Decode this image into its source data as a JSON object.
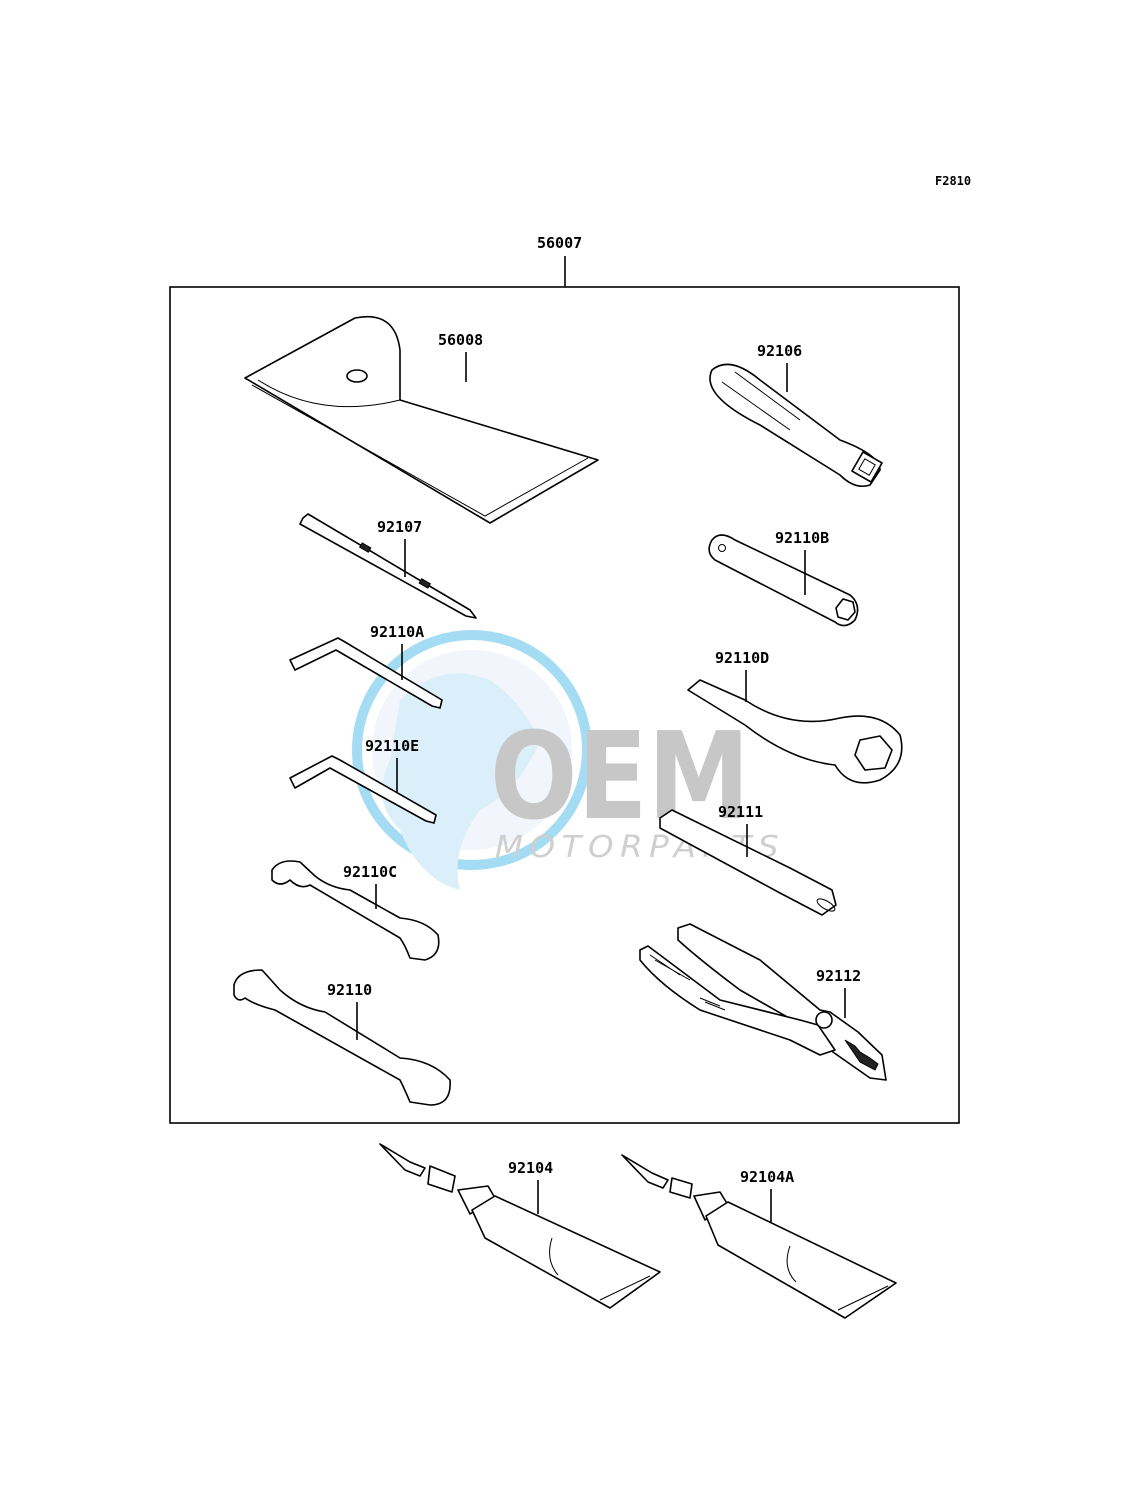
{
  "figure_code": "F2810",
  "kit": {
    "part_no": "56007"
  },
  "parts": {
    "pouch": "56008",
    "handle": "92106",
    "screwdriver": "92107",
    "box_wrench": "92110B",
    "hex_key_a": "92110A",
    "ring_spanner": "92110D",
    "hex_key_e": "92110E",
    "extension_bar": "92111",
    "spanner_small": "92110C",
    "pliers": "92112",
    "spanner_large": "92110",
    "grease_tube": "92104",
    "grease_tube_a": "92104A"
  },
  "watermark": {
    "brand": "OEM",
    "subtitle": "MOTORPARTS",
    "brand_color": "#a0a0a0",
    "globe_color": "#3aaee0"
  }
}
